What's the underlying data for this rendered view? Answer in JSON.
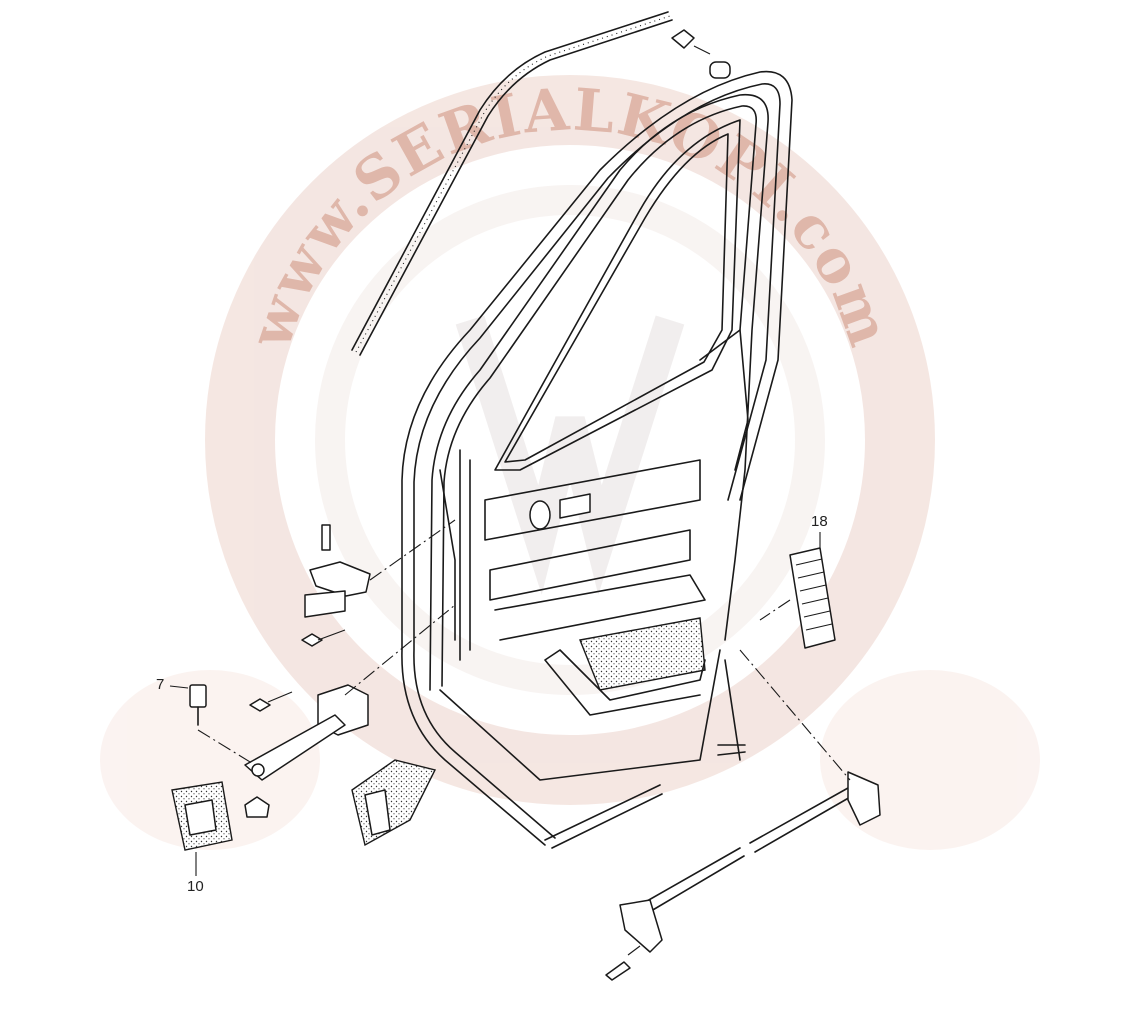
{
  "diagram": {
    "title": "Front door, hinges, check strap and seals exploded view",
    "callouts": [
      {
        "id": "7",
        "label": "7"
      },
      {
        "id": "10",
        "label": "10"
      },
      {
        "id": "18",
        "label": "18"
      }
    ],
    "watermark": "www.SERIALKOPI.com",
    "colors": {
      "line": "#1a1a1a",
      "watermark": "#e8c9c0",
      "background": "#ffffff"
    }
  }
}
